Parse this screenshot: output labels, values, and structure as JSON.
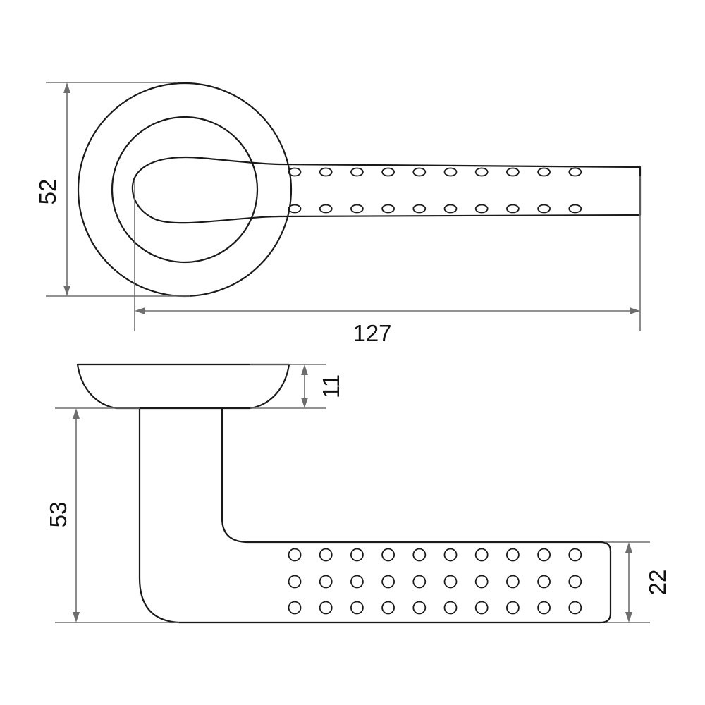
{
  "dimensions": {
    "rose_diameter": "52",
    "lever_length": "127",
    "rose_height": "11",
    "lever_drop": "53",
    "grip_height": "22"
  },
  "colors": {
    "outline": "#1a1a1a",
    "dimension_line": "#6e6e6e",
    "background": "#ffffff"
  }
}
